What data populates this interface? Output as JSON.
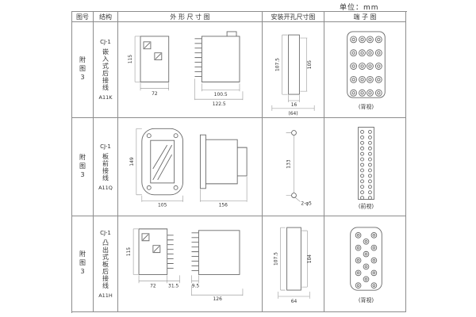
{
  "page": {
    "unit_label": "单位：mm"
  },
  "table": {
    "headers": {
      "fig": "图号",
      "structure": "结构",
      "outline": "外 形 尺 寸 图",
      "install": "安装开孔尺寸图",
      "terminal": "端 子 图"
    },
    "rows": [
      {
        "fig_no": "附图3",
        "model": "CJ-1",
        "structure_desc": "嵌入式后接线",
        "code": "A11K",
        "outline": {
          "height": "115",
          "width": "72",
          "depth1": "100.5",
          "depth2": "122.5"
        },
        "install": {
          "cutout_height": "107.5",
          "hole_pitch": "105",
          "slot_width": "16",
          "hole_span": "(64)"
        },
        "terminal_view": "(背视)"
      },
      {
        "fig_no": "附图3",
        "model": "CJ-1",
        "structure_desc": "板前接线",
        "code": "A11Q",
        "outline": {
          "height": "149",
          "width": "105",
          "depth": "156"
        },
        "install": {
          "hole_pitch": "133",
          "hole_note": "2-φ5"
        },
        "terminal_view": "(前视)"
      },
      {
        "fig_no": "附图3",
        "model": "CJ-1",
        "structure_desc": "凸出式板后接线",
        "code": "A11H",
        "outline": {
          "height": "115",
          "width": "72",
          "stud_len": "31.5",
          "blade": "9.5",
          "depth": "126"
        },
        "install": {
          "cutout_height": "107.5",
          "inner_height": "104",
          "width": "64"
        },
        "terminal_view": "(背视)"
      }
    ]
  }
}
